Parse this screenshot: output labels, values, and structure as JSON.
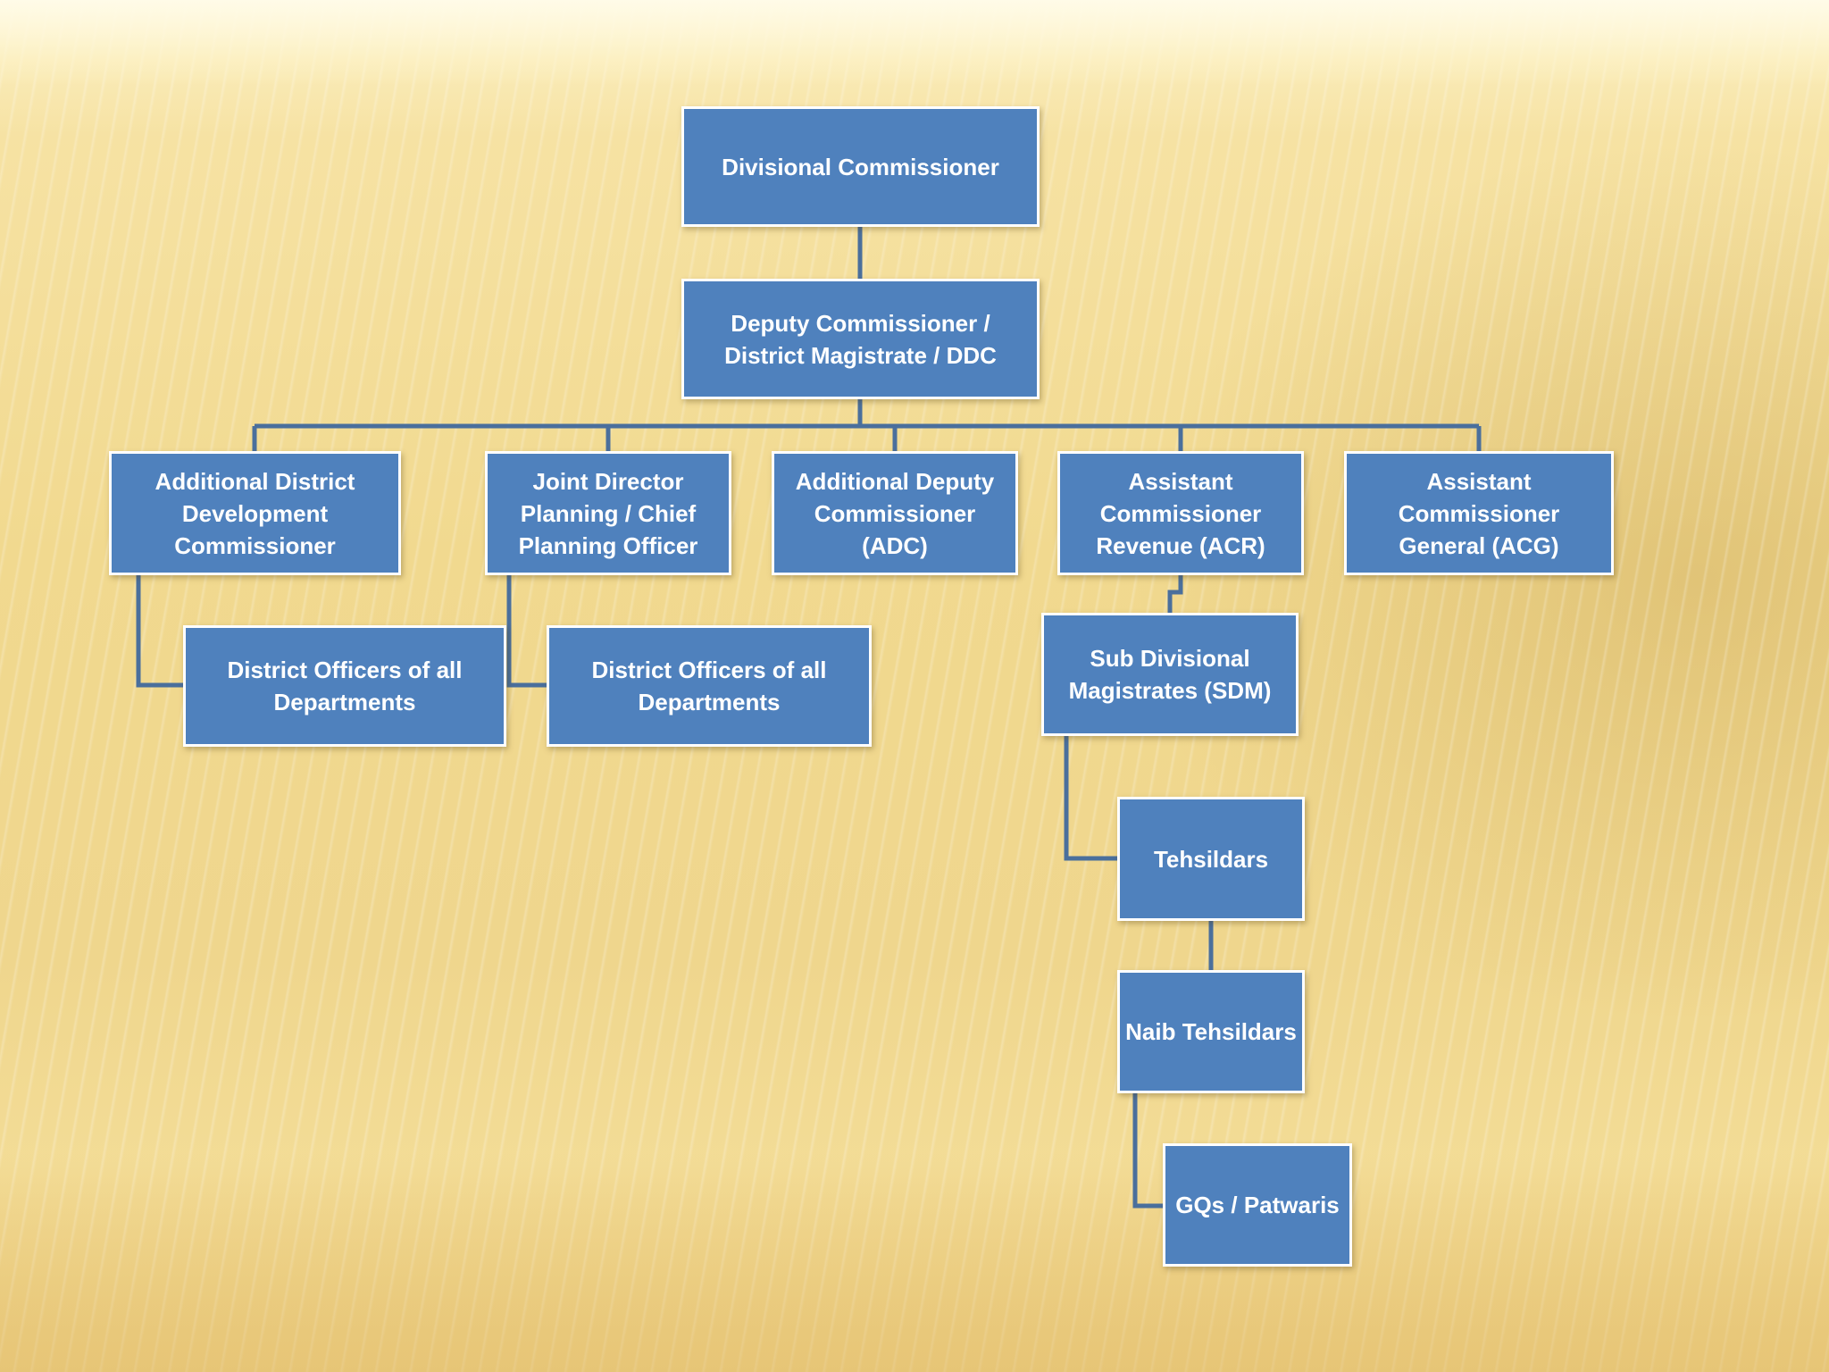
{
  "colors": {
    "box_fill": "#4f81bd",
    "box_border": "#ffffff",
    "box_text": "#ffffff",
    "connector": "#4a6f9c"
  },
  "nodes": {
    "divisional_commissioner": "Divisional Commissioner",
    "deputy_commissioner": "Deputy Commissioner / District Magistrate / DDC",
    "addl_district_dev_commissioner": "Additional District Development Commissioner",
    "joint_director_planning": "Joint Director Planning  / Chief Planning Officer",
    "addl_deputy_commissioner": "Additional Deputy Commissioner (ADC)",
    "asst_commissioner_revenue": "Assistant Commissioner Revenue (ACR)",
    "asst_commissioner_general": "Assistant Commissioner General (ACG)",
    "district_officers_1": "District Officers of all Departments",
    "district_officers_2": "District Officers of all Departments",
    "sub_divisional_magistrates": "Sub Divisional Magistrates (SDM)",
    "tehsildars": "Tehsildars",
    "naib_tehsildars": "Naib Tehsildars",
    "gqs_patwaris": "GQs / Patwaris"
  },
  "edges": [
    [
      "divisional_commissioner",
      "deputy_commissioner"
    ],
    [
      "deputy_commissioner",
      "addl_district_dev_commissioner"
    ],
    [
      "deputy_commissioner",
      "joint_director_planning"
    ],
    [
      "deputy_commissioner",
      "addl_deputy_commissioner"
    ],
    [
      "deputy_commissioner",
      "asst_commissioner_revenue"
    ],
    [
      "deputy_commissioner",
      "asst_commissioner_general"
    ],
    [
      "addl_district_dev_commissioner",
      "district_officers_1"
    ],
    [
      "joint_director_planning",
      "district_officers_2"
    ],
    [
      "asst_commissioner_revenue",
      "sub_divisional_magistrates"
    ],
    [
      "sub_divisional_magistrates",
      "tehsildars"
    ],
    [
      "tehsildars",
      "naib_tehsildars"
    ],
    [
      "naib_tehsildars",
      "gqs_patwaris"
    ]
  ]
}
